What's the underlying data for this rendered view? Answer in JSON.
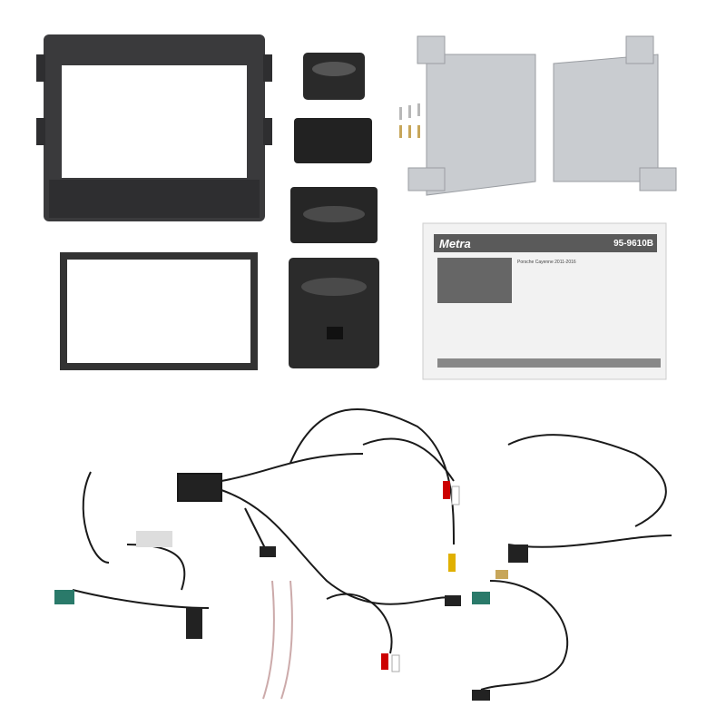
{
  "sheet": {
    "brand": "Metra",
    "part_number": "95-9610B",
    "vehicle": "Porsche Cayenne 2011-2016"
  },
  "colors": {
    "bezel": "#3a3a3c",
    "module": "#2a2a2a",
    "bracket": "#c9ccd0",
    "sheet_header": "#5a5a5a",
    "wire": "#1a1a1a"
  }
}
